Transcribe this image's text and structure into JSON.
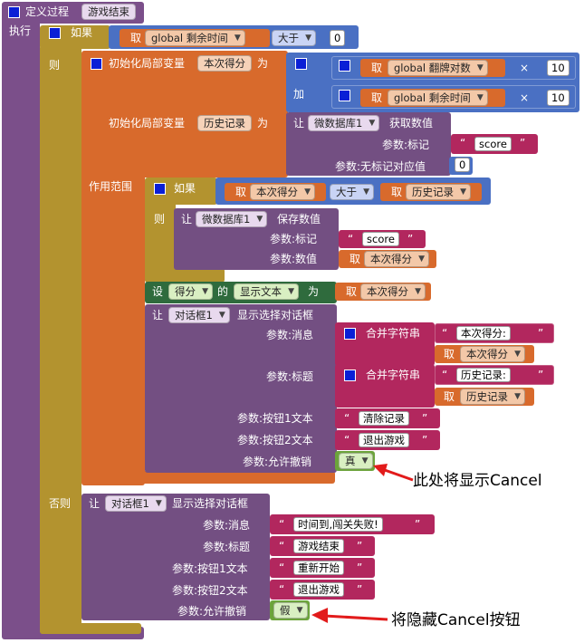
{
  "procedure": {
    "define_label": "定义过程",
    "name": "游戏结束",
    "exec_label": "执行"
  },
  "if_outer": {
    "if_label": "如果",
    "then_label": "则",
    "else_label": "否则"
  },
  "cond": {
    "get_label": "取",
    "var": "global  剩余时间",
    "op": "大于",
    "value": "0"
  },
  "init1": {
    "label": "初始化局部变量",
    "name": "本次得分",
    "as_label": "为",
    "add_label": "加",
    "row1": {
      "get_label": "取",
      "var": "global  翻牌对数",
      "op": "×",
      "value": "10"
    },
    "row2": {
      "get_label": "取",
      "var": "global  剩余时间",
      "op": "×",
      "value": "10"
    }
  },
  "init2": {
    "label": "初始化局部变量",
    "name": "历史记录",
    "as_label": "为",
    "call_label": "让",
    "component": "微数据库1",
    "method": "获取数值",
    "param_tag": "参数:标记",
    "tag_value": "score",
    "param_default": "参数:无标记对应值",
    "default_value": "0"
  },
  "scope_label": "作用范围",
  "inner_if": {
    "if_label": "如果",
    "then_label": "则",
    "get_label": "取",
    "left": "本次得分",
    "op": "大于",
    "right": "历史记录"
  },
  "store": {
    "call_label": "让",
    "component": "微数据库1",
    "method": "保存数值",
    "param_tag": "参数:标记",
    "tag_value": "score",
    "param_value": "参数:数值",
    "get_label": "取",
    "value_var": "本次得分"
  },
  "set_text": {
    "set_label": "设",
    "component": "得分",
    "of_label": "的",
    "property": "显示文本",
    "as_label": "为",
    "get_label": "取",
    "var": "本次得分"
  },
  "dialog1": {
    "call_label": "让",
    "component": "对话框1",
    "method": "显示选择对话框",
    "param_msg": "参数:消息",
    "join_label": "合并字符串",
    "msg_text": "本次得分:",
    "get_label": "取",
    "msg_var": "本次得分",
    "param_title": "参数:标题",
    "title_text": "历史记录:",
    "title_var": "历史记录",
    "param_btn1": "参数:按钮1文本",
    "btn1": "清除记录",
    "param_btn2": "参数:按钮2文本",
    "btn2": "退出游戏",
    "param_cancel": "参数:允许撤销",
    "cancel": "真"
  },
  "dialog2": {
    "call_label": "让",
    "component": "对话框1",
    "method": "显示选择对话框",
    "param_msg": "参数:消息",
    "msg": "时间到,闯关失败!",
    "param_title": "参数:标题",
    "title": "游戏结束",
    "param_btn1": "参数:按钮1文本",
    "btn1": "重新开始",
    "param_btn2": "参数:按钮2文本",
    "btn2": "退出游戏",
    "param_cancel": "参数:允许撤销",
    "cancel": "假"
  },
  "annotations": {
    "show_cancel": "此处将显示Cancel",
    "hide_cancel": "将隐藏Cancel按钮"
  },
  "colors": {
    "procedure": "#7b4f8a",
    "control": "#b3932f",
    "variable": "#d86a2c",
    "math": "#4a70c3",
    "component": "#734f82",
    "text": "#b2275e",
    "logic": "#6ca33b",
    "set": "#2f6b3d",
    "arrow": "#e21b1b"
  }
}
